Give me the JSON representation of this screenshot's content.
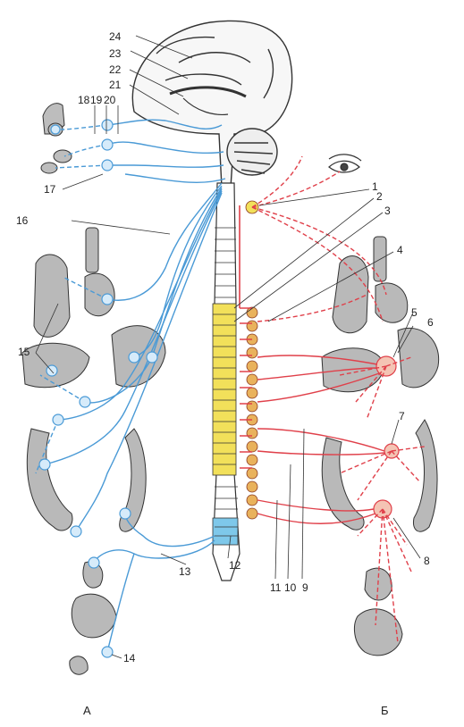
{
  "colors": {
    "parasympathetic": "#4a9ad6",
    "sympathetic": "#e0404a",
    "spinal_cord_yellow": "#f2e05a",
    "sacral_blue": "#7ec8ea",
    "organ_gray": "#8c8c8c",
    "outline": "#333333"
  },
  "callouts": {
    "n1": "1",
    "n2": "2",
    "n3": "3",
    "n4": "4",
    "n5": "5",
    "n6": "6",
    "n7": "7",
    "n8": "8",
    "n9": "9",
    "n10": "10",
    "n11": "11",
    "n12": "12",
    "n13": "13",
    "n14": "14",
    "n15": "15",
    "n16": "16",
    "n17": "17",
    "n18": "18",
    "n19": "19",
    "n20": "20",
    "n21": "21",
    "n22": "22",
    "n23": "23",
    "n24": "24"
  },
  "panel_labels": {
    "left": "А",
    "right": "Б"
  }
}
